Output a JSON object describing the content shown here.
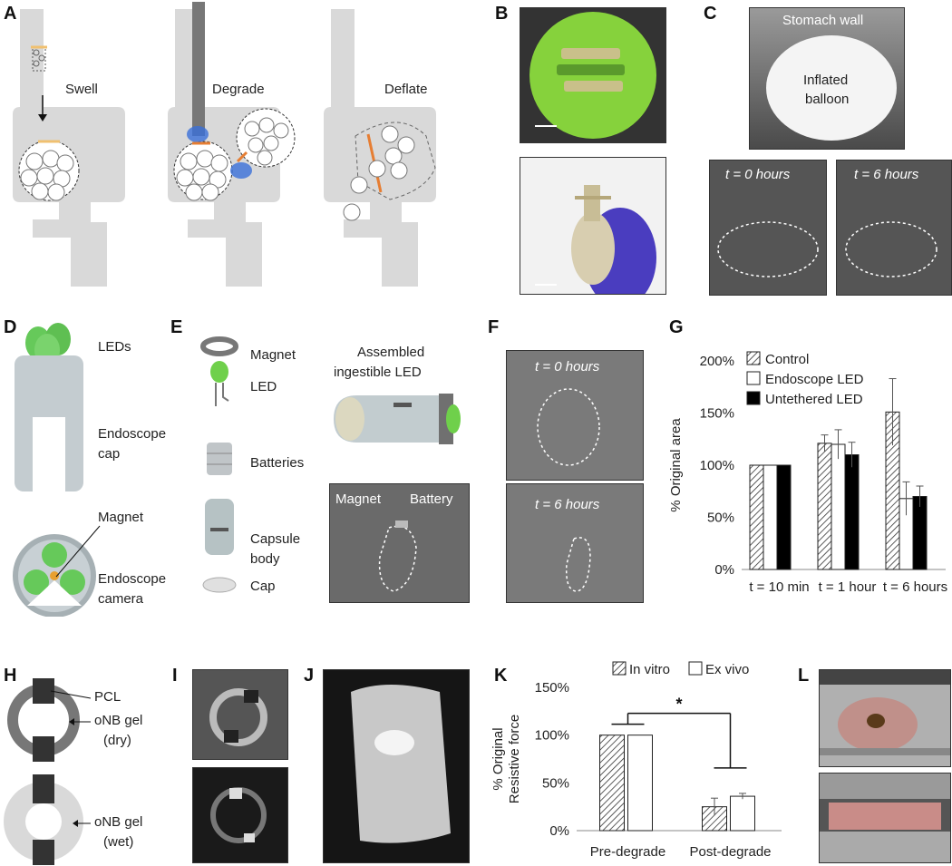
{
  "letters": [
    "A",
    "B",
    "C",
    "D",
    "E",
    "F",
    "G",
    "H",
    "I",
    "J",
    "K",
    "L"
  ],
  "panelA": {
    "swell": "Swell",
    "degrade": "Degrade",
    "deflate": "Deflate"
  },
  "panelC": {
    "stomach_wall": "Stomach wall",
    "inflated": "Inflated",
    "balloon": "balloon",
    "t0": "t = 0 hours",
    "t6": "t = 6 hours"
  },
  "panelD": {
    "leds": "LEDs",
    "endoscope": "Endoscope",
    "cap": "cap",
    "magnet": "Magnet",
    "endoscope2": "Endoscope",
    "camera": "camera"
  },
  "panelE": {
    "magnet": "Magnet",
    "led": "LED",
    "batteries": "Batteries",
    "capsule": "Capsule",
    "body": "body",
    "cap": "Cap",
    "assembled": "Assembled",
    "ingestible": "ingestible LED",
    "xr_magnet": "Magnet",
    "xr_battery": "Battery"
  },
  "panelF": {
    "t0": "t = 0 hours",
    "t6": "t = 6 hours"
  },
  "panelH": {
    "pcl": "PCL",
    "onb_gel": "oNB gel",
    "dry": "(dry)",
    "onb_gel2": "oNB gel",
    "wet": "(wet)"
  },
  "chart_data": [
    {
      "type": "bar",
      "ylabel": "% Original area",
      "yticks": [
        "0%",
        "50%",
        "100%",
        "150%",
        "200%"
      ],
      "ylim": [
        0,
        200
      ],
      "categories": [
        "t = 10 min",
        "t = 1 hour",
        "t = 6 hours"
      ],
      "legend_position": "top-left",
      "series": [
        {
          "name": "Control",
          "pattern": "hatched",
          "values": [
            100,
            121,
            151
          ],
          "errors": [
            0,
            8,
            32
          ]
        },
        {
          "name": "Endoscope LED",
          "pattern": "white",
          "values": [
            100,
            120,
            68
          ],
          "errors": [
            0,
            14,
            16
          ]
        },
        {
          "name": "Untethered LED",
          "pattern": "black",
          "values": [
            100,
            110,
            70
          ],
          "errors": [
            0,
            12,
            10
          ]
        }
      ]
    },
    {
      "type": "bar",
      "ylabel_line1": "% Original",
      "ylabel_line2": "Resistive force",
      "yticks": [
        "0%",
        "50%",
        "100%",
        "150%"
      ],
      "ylim": [
        0,
        150
      ],
      "categories": [
        "Pre-degrade",
        "Post-degrade"
      ],
      "legend_position": "top",
      "significance": "*",
      "series": [
        {
          "name": "In vitro",
          "pattern": "hatched",
          "values": [
            100,
            25
          ],
          "errors": [
            0,
            9
          ]
        },
        {
          "name": "Ex vivo",
          "pattern": "white",
          "values": [
            100,
            36
          ],
          "errors": [
            0,
            3
          ]
        }
      ]
    }
  ]
}
